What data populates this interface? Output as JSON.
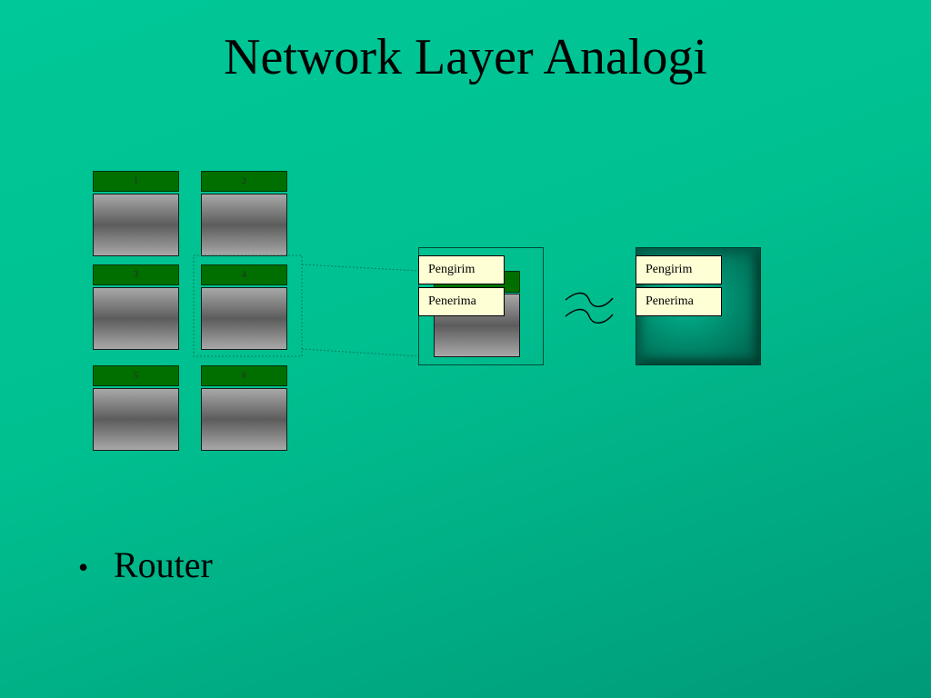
{
  "title": "Network Layer Analogi",
  "grid_boxes": [
    {
      "label": "1"
    },
    {
      "label": "2"
    },
    {
      "label": "3"
    },
    {
      "label": "4"
    },
    {
      "label": "5"
    },
    {
      "label": "6"
    }
  ],
  "zoomed_box": {
    "sender_label": "Pengirim",
    "receiver_label": "Penerima"
  },
  "approx_symbol": "≈",
  "router_box": {
    "sender_label": "Pengirim",
    "receiver_label": "Penerima"
  },
  "bullets": [
    {
      "bullet": "•",
      "text": "Router"
    }
  ],
  "colors": {
    "background": "#00c090",
    "header_green": "#006f00",
    "label_fill": "#ffffd6",
    "router_fill": "#008c6e"
  }
}
